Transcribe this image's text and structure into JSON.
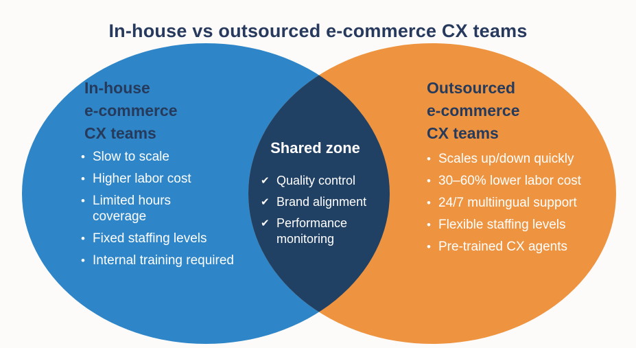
{
  "title": "In-house vs outsourced e-commerce CX teams",
  "icons": {
    "bullet": "•",
    "check": "✔"
  },
  "colors": {
    "blue_circle": "#2e86c8",
    "orange_circle": "#ee9440",
    "overlap_navy": "#204064",
    "heading_navy": "#263a5c",
    "item_text_white": "#ffffff",
    "background": "#fcfbf9"
  },
  "left_circle": {
    "heading": "In-house\ne-commerce\nCX teams",
    "items": [
      "Slow to scale",
      "Higher labor cost",
      "Limited hours\ncoverage",
      "Fixed staffing levels",
      "Internal training required"
    ]
  },
  "shared_zone": {
    "heading": "Shared zone",
    "items": [
      "Quality control",
      "Brand alignment",
      "Performance\nmonitoring"
    ]
  },
  "right_circle": {
    "heading": "Outsourced\ne-commerce\nCX teams",
    "items": [
      "Scales up/down quickly",
      "30–60% lower labor cost",
      "24/7 multiingual support",
      "Flexible staffing levels",
      "Pre-trained CX agents"
    ]
  }
}
